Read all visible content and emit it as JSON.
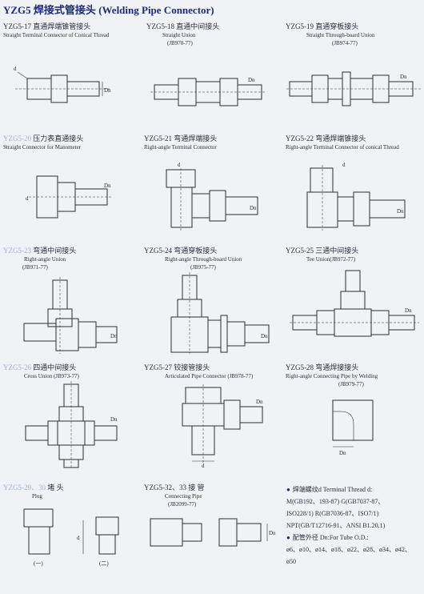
{
  "title": {
    "code": "YZG5",
    "cn": "焊接式管接头",
    "en": "(Welding Pipe Connector)"
  },
  "items": [
    {
      "code": "YZG5-17",
      "cn": "直通焊端锥管接头",
      "en": "Straight Terminal Connector of Conical Thread",
      "std": "",
      "faded": false
    },
    {
      "code": "YZG5-18",
      "cn": "直通中间接头",
      "en": "Straight Union",
      "std": "(JB970-77)",
      "faded": false
    },
    {
      "code": "YZG5-19",
      "cn": "直通穿板接头",
      "en": "Straight Through-board Union",
      "std": "(JB974-77)",
      "faded": false
    },
    {
      "code": "YZG5-20",
      "cn": "压力表直通接头",
      "en": "Straight Connector for Manometer",
      "std": "",
      "faded": true
    },
    {
      "code": "YZG5-21",
      "cn": "弯通焊端接头",
      "en": "Right-angle Terminal Connector",
      "std": "",
      "faded": false
    },
    {
      "code": "YZG5-22",
      "cn": "弯通焊端锥接头",
      "en": "Right-angle Terminal Connector of conical Thread",
      "std": "",
      "faded": false
    },
    {
      "code": "YZG5-23",
      "cn": "弯通中间接头",
      "en": "Right-angle Union",
      "std": "(JB971-77)",
      "faded": true
    },
    {
      "code": "YZG5-24",
      "cn": "弯通穿板接头",
      "en": "Right-angle Through-board Union",
      "std": "(JB975-77)",
      "faded": false
    },
    {
      "code": "YZG5-25",
      "cn": "三通中间接头",
      "en": "Tee Union(JB972-77)",
      "std": "",
      "faded": false
    },
    {
      "code": "YZG5-26",
      "cn": "四通中间接头",
      "en": "Cross Union (JB973-77)",
      "std": "",
      "faded": true
    },
    {
      "code": "YZG5-27",
      "cn": "铰接管接头",
      "en": "Articulated Pipe Connector (JB978-77)",
      "std": "",
      "faded": false
    },
    {
      "code": "YZG5-28",
      "cn": "弯通焊接接头",
      "en": "Right-angle Connecting Pipe by Welding",
      "std": "(JB979-77)",
      "faded": false
    },
    {
      "code": "YZG5-29、30",
      "cn": "堵 头",
      "en": "Plug",
      "std": "",
      "faded": true
    },
    {
      "code": "YZG5-32、33",
      "cn": "接 管",
      "en": "Connecting Pipe",
      "std": "(JB2099-77)",
      "faded": false
    }
  ],
  "plug_labels": [
    "(一)",
    "(二)"
  ],
  "dim_labels": {
    "d": "d",
    "Dn": "Dn"
  },
  "notes": {
    "thread_title": "焊端螺纹d Terminal Thread d:",
    "thread_lines": [
      "M(GB192、193-87) G(GB7037-87、",
      "ISO228/1) R(GB7036-87、ISO7/1)",
      "NPT(GB/T12716-91、ANSI B1.20.1)"
    ],
    "tube_title": "配管外径 Dn:For Tube O.D.:",
    "tube_lines": [
      "ø6、ø10、ø14、ø18、ø22、ø28、ø34、ø42、",
      "ø50"
    ]
  }
}
